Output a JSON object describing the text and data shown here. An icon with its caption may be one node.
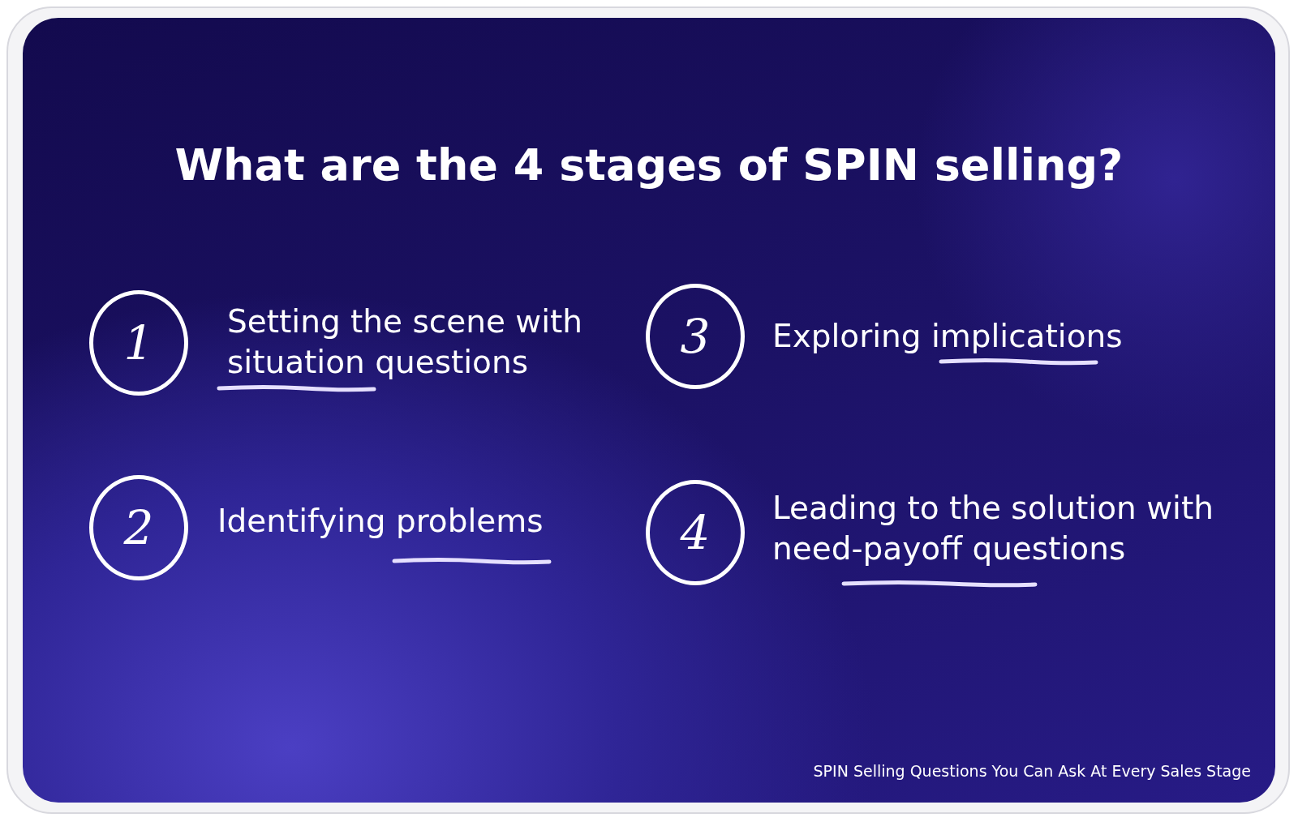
{
  "diagram": {
    "title": "What are the 4 stages of SPIN selling?",
    "caption": "SPIN Selling Questions You Can Ask At Every Sales Stage",
    "nodes": [
      {
        "text": [
          "1"
        ],
        "beside": [
          "Setting the scene with situation questions"
        ]
      },
      {
        "text": [
          "3"
        ],
        "beside": [
          "Exploring implications"
        ]
      },
      {
        "text": [
          "2"
        ],
        "beside": [
          "Identifying problems"
        ]
      },
      {
        "text": [
          "4"
        ],
        "beside": [
          "Leading to the solution with need-payoff questions"
        ]
      }
    ]
  }
}
